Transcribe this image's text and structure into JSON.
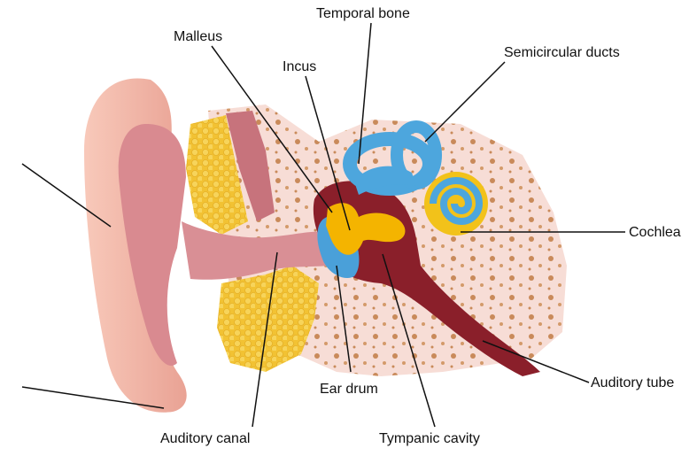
{
  "labels": {
    "temporal_bone": "Temporal bone",
    "malleus": "Malleus",
    "incus": "Incus",
    "semicircular_ducts": "Semicircular ducts",
    "cochlea": "Cochlea",
    "auditory_tube": "Auditory tube",
    "ear_drum": "Ear drum",
    "auditory_canal": "Auditory canal",
    "tympanic_cavity": "Tympanic cavity"
  },
  "colors": {
    "bone": "#f7ddd6",
    "bone_dots": "#c98a5a",
    "fat": "#f2c233",
    "skin": "#f4b7a8",
    "canal": "#d98f95",
    "cavity": "#8a1f2a",
    "eardrum_blue": "#4aa0d9",
    "ossicles": "#f4b400",
    "semicircular": "#4da6dd",
    "cochlea": "#f2c21a"
  },
  "icons": [
    "ear-anatomy-illustration"
  ]
}
